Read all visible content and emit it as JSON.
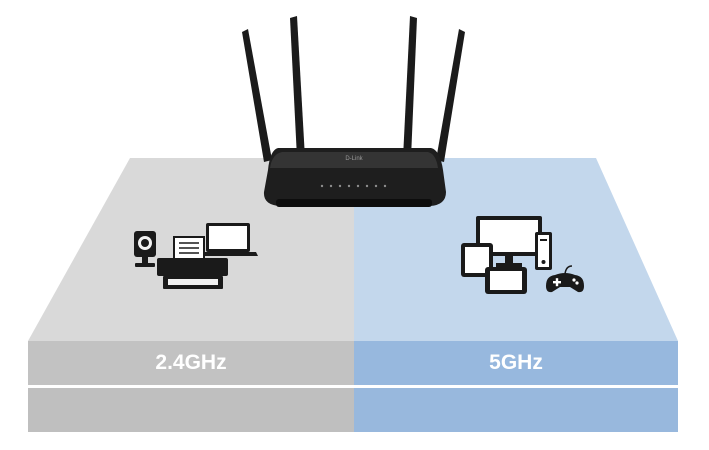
{
  "bands": [
    {
      "id": "band-2-4",
      "label": "2.4GHz",
      "colors": {
        "floor": "#d9d9d9",
        "bar": "#c2c2c2",
        "base": "#bfbfbf"
      }
    },
    {
      "id": "band-5",
      "label": "5GHz",
      "colors": {
        "floor": "#c3d7ec",
        "bar": "#97b8de",
        "base": "#98b8dd"
      }
    }
  ],
  "router": {
    "brand": "D-Link",
    "color": "#1e1e1e"
  },
  "device_icons": {
    "band_2_4": [
      "webcam-icon",
      "printer-icon",
      "laptop-icon"
    ],
    "band_5": [
      "monitor-icon",
      "tablet-icon",
      "smartphone-icon",
      "pc-tower-icon",
      "gamepad-icon"
    ]
  }
}
